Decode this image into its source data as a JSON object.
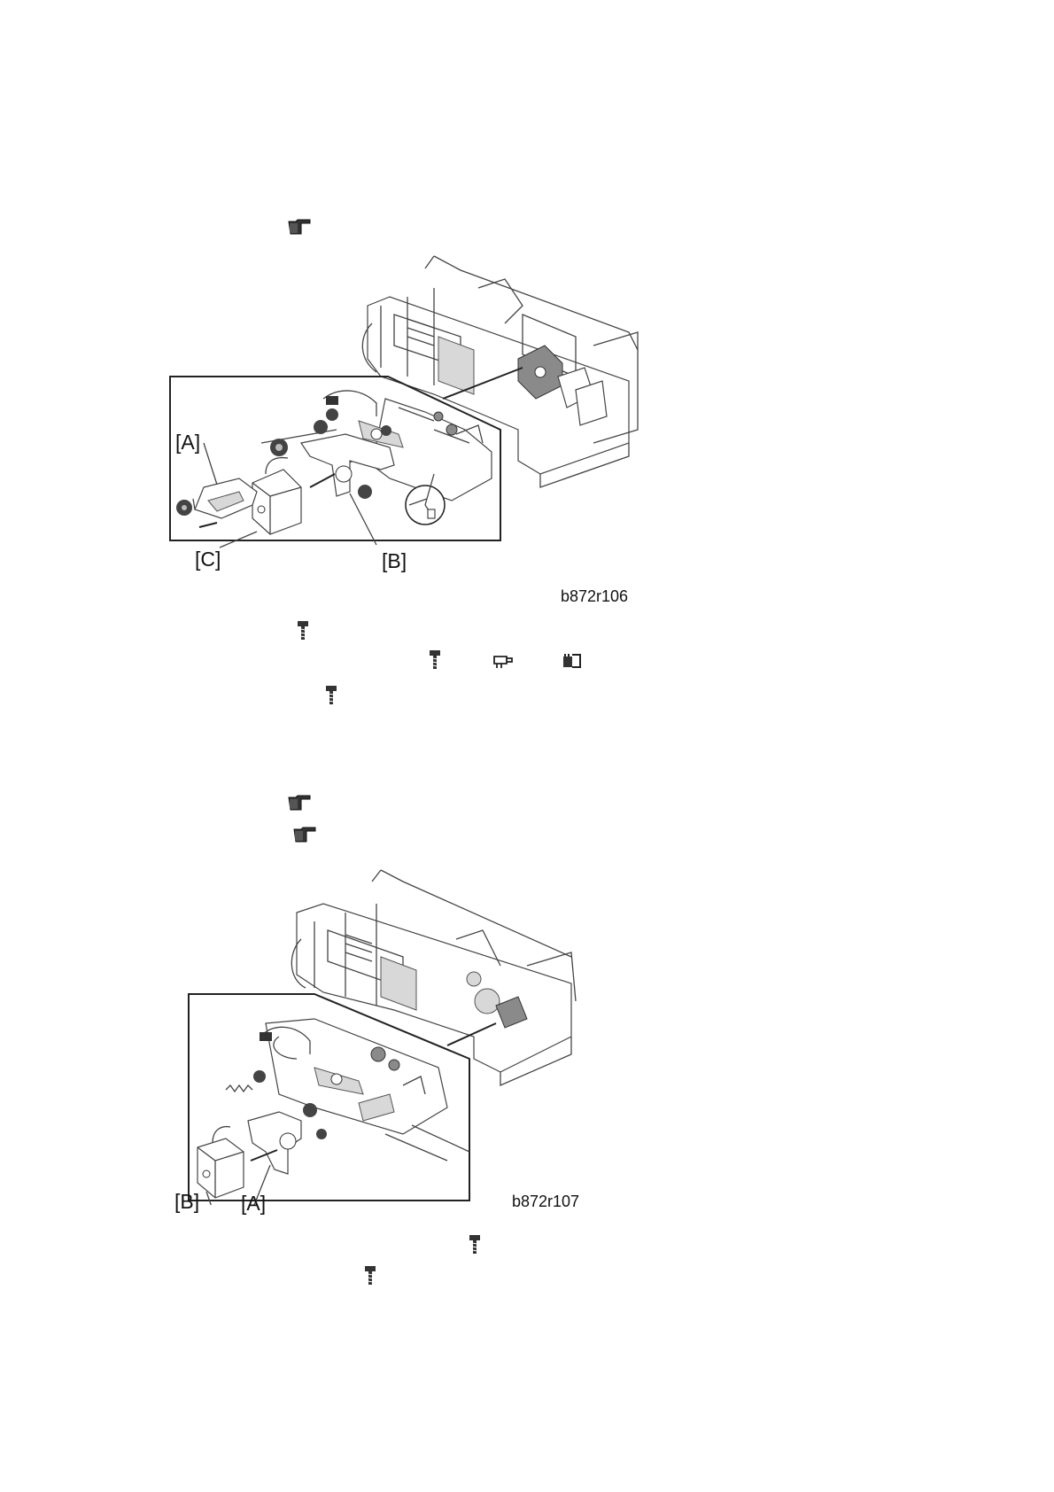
{
  "figures": [
    {
      "id": "b872r106",
      "code": "b872r106",
      "callouts": [
        "[A]",
        "[B]",
        "[C]"
      ]
    },
    {
      "id": "b872r107",
      "code": "b872r107",
      "callouts": [
        "[B]",
        "[A]"
      ]
    }
  ],
  "icons": {
    "reference": "pointing-hand-icon",
    "screw": "screw-icon",
    "connector": "connector-icon",
    "clamp": "harness-clamp-icon"
  }
}
